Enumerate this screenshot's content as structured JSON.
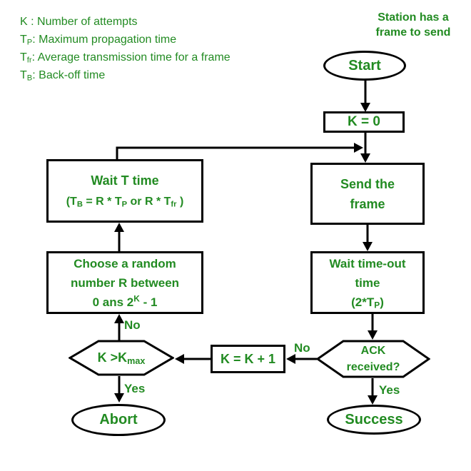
{
  "colors": {
    "text_green": "#228B22",
    "line_black": "#000000",
    "background": "#ffffff"
  },
  "legend": {
    "lines": [
      {
        "segments": [
          {
            "t": "K : Number of attempts"
          }
        ]
      },
      {
        "segments": [
          {
            "t": "T"
          },
          {
            "t": "P",
            "sub": true
          },
          {
            "t": ": Maximum propagation time"
          }
        ]
      },
      {
        "segments": [
          {
            "t": "T"
          },
          {
            "t": "fr",
            "sub": true
          },
          {
            "t": ": Average transmission time for a frame"
          }
        ]
      },
      {
        "segments": [
          {
            "t": "T"
          },
          {
            "t": "B",
            "sub": true
          },
          {
            "t": ": Back-off time"
          }
        ]
      }
    ]
  },
  "header_note": {
    "line1": "Station has a",
    "line2": "frame to send"
  },
  "nodes": {
    "start": {
      "label": "Start"
    },
    "k_init": {
      "label": "K = 0"
    },
    "send_frame": {
      "line1": "Send the",
      "line2": "frame"
    },
    "wait_timeout": {
      "line1": "Wait time-out",
      "line2": "time",
      "line3_segments": [
        {
          "t": "(2*T"
        },
        {
          "t": "P",
          "sub": true
        },
        {
          "t": ")"
        }
      ]
    },
    "ack_received": {
      "line1": "ACK",
      "line2": "received?"
    },
    "success": {
      "label": "Success"
    },
    "k_increment": {
      "label": "K = K + 1"
    },
    "kmax_check": {
      "segments": [
        {
          "t": "K >K"
        },
        {
          "t": "max",
          "sub": true
        }
      ]
    },
    "abort": {
      "label": "Abort"
    },
    "choose_random": {
      "line1": "Choose a random",
      "line2": "number R between",
      "line3_segments": [
        {
          "t": "0 ans 2"
        },
        {
          "t": "K",
          "sup": true
        },
        {
          "t": " - 1"
        }
      ]
    },
    "wait_t_time": {
      "line1": "Wait T time",
      "line2_segments": [
        {
          "t": "(T"
        },
        {
          "t": "B",
          "sub": true
        },
        {
          "t": " = R * T"
        },
        {
          "t": "P",
          "sub": true
        },
        {
          "t": " or R * T"
        },
        {
          "t": "fr",
          "sub": true
        },
        {
          "t": " )"
        }
      ]
    }
  },
  "edge_labels": {
    "ack_no": "No",
    "ack_yes": "Yes",
    "kmax_no": "No",
    "kmax_yes": "Yes"
  }
}
